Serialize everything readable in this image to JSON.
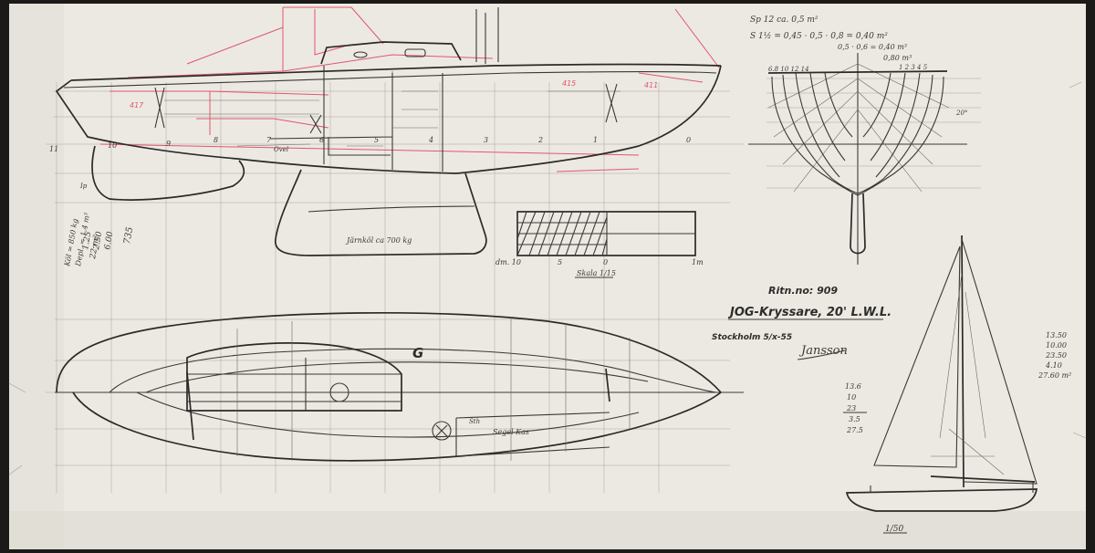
{
  "sheet": {
    "paper_color": "#ece9e3",
    "ink_color": "#3a3935",
    "red_pencil_color": "#e0566d"
  },
  "title_block": {
    "drawing_number": "Ritn.no: 909",
    "title": "JOG-Kryssare, 20' L.W.L.",
    "place_date": "Stockholm 5/x-55",
    "signature": "Jansson"
  },
  "scale_bar": {
    "labels": [
      "dm. 10",
      "5",
      "0",
      "1m"
    ],
    "caption": "Skala 1/15"
  },
  "rig": {
    "scale_note": "1/50"
  },
  "profile_view": {
    "keel_note": "Järnköl ca 700 kg",
    "station_numbers": [
      "11",
      "10",
      "9",
      "8",
      "7",
      "6",
      "5",
      "4",
      "3",
      "2",
      "1",
      "0"
    ],
    "red_labels": [
      "417",
      "415",
      "411"
    ],
    "notes": [
      "Ovel",
      "Ip"
    ]
  },
  "plan_view": {
    "locker_note": "Segel Kas",
    "letter_g": "G",
    "bolt_note": "Sth"
  },
  "margin_notes": {
    "left_column": [
      "735",
      "6.00",
      "2.50",
      "1.25",
      "22 m²",
      "Depl. = 1.4 m³",
      "Köl = 850 kg"
    ],
    "top_right": [
      "Sp 12 ca. 0,5 m²",
      "S 1½ = 0,45 · 0,5 · 0,8 = 0,40 m²",
      "0,5 · 0,6 = 0,40 m³",
      "0,80 m³"
    ],
    "mid_right": [
      "13.6",
      "10",
      "23",
      "3.5",
      "27.5"
    ],
    "far_right": [
      "13.50",
      "10.00",
      "23.50",
      "4.10",
      "27.60 m²"
    ]
  }
}
